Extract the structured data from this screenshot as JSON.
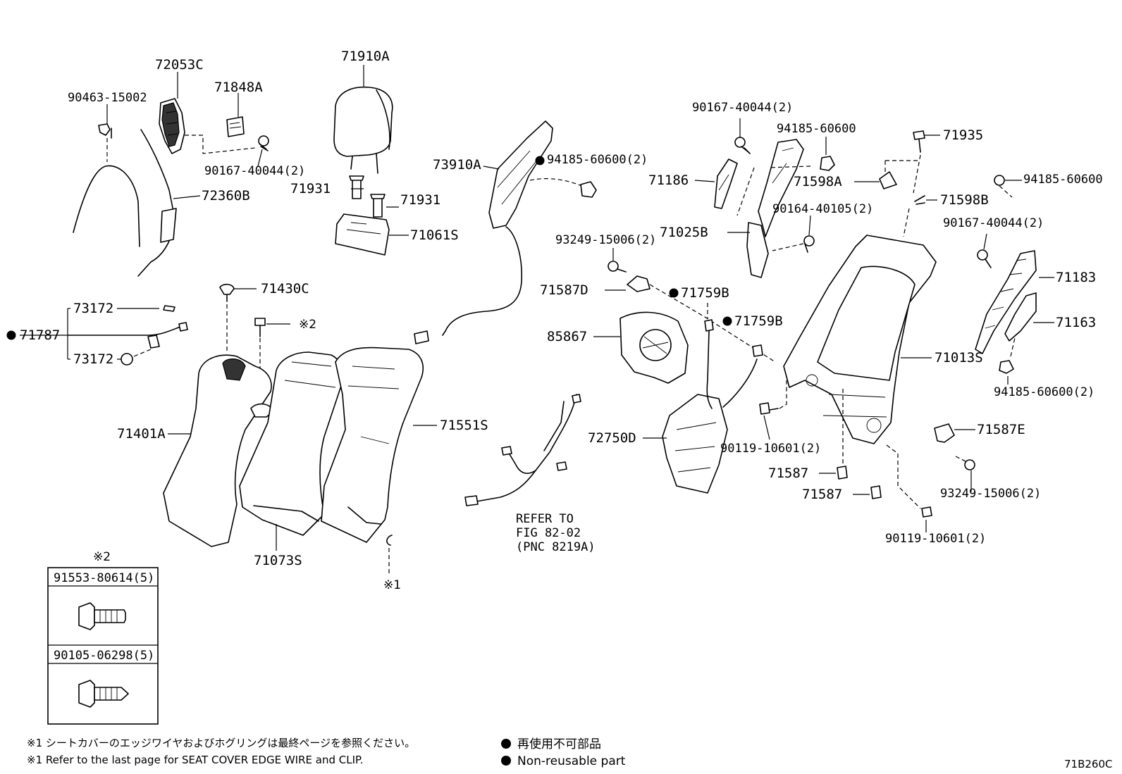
{
  "callouts": {
    "c72053C": "72053C",
    "c71910A": "71910A",
    "c71848A": "71848A",
    "c90463_15002": "90463-15002",
    "c90167_40044_a": "90167-40044(2)",
    "c72360B": "72360B",
    "c71931_a": "71931",
    "c71931_b": "71931",
    "c71061S": "71061S",
    "c73910A": "73910A",
    "c94185_60600_2a": "94185-60600(2)",
    "c90167_40044_b": "90167-40044(2)",
    "c94185_60600_a": "94185-60600",
    "c71935": "71935",
    "c71186": "71186",
    "c71598A": "71598A",
    "c71598B": "71598B",
    "c94185_60600_b": "94185-60600",
    "c90164_40105": "90164-40105(2)",
    "c90167_40044_c": "90167-40044(2)",
    "c71025B": "71025B",
    "c93249_15006_a": "93249-15006(2)",
    "c71183": "71183",
    "c71587D": "71587D",
    "c71759B_a": "71759B",
    "c71430C": "71430C",
    "c71163": "71163",
    "c73172_a": "73172",
    "c71787": "71787",
    "c73172_b": "73172",
    "c85867": "85867",
    "c71759B_b": "71759B",
    "c71013S": "71013S",
    "c94185_60600_2b": "94185-60600(2)",
    "c71551S": "71551S",
    "c71401A": "71401A",
    "c72750D": "72750D",
    "c71587E": "71587E",
    "c90119_10601_a": "90119-10601(2)",
    "c71587_a": "71587",
    "c93249_15006_b": "93249-15006(2)",
    "c71587_b": "71587",
    "c90119_10601_b": "90119-10601(2)",
    "c71073S": "71073S",
    "ref_line1": "REFER TO",
    "ref_line2": "FIG 82-02",
    "ref_line3": "(PNC 8219A)",
    "mark2": "※2",
    "mark1_a": "※1"
  },
  "fastener_table": {
    "header_mark": "※2",
    "rows": [
      {
        "part_no": "91553-80614(5)"
      },
      {
        "part_no": "90105-06298(5)"
      }
    ]
  },
  "notes": {
    "jp_note": "※1 シートカバーのエッジワイヤおよびホグリングは最終ページを参照ください。",
    "en_note": "※1 Refer to the last page for SEAT COVER EDGE WIRE and CLIP.",
    "legend_jp": "再使用不可部品",
    "legend_en": "Non-reusable part"
  },
  "figure_code": "71B260C"
}
